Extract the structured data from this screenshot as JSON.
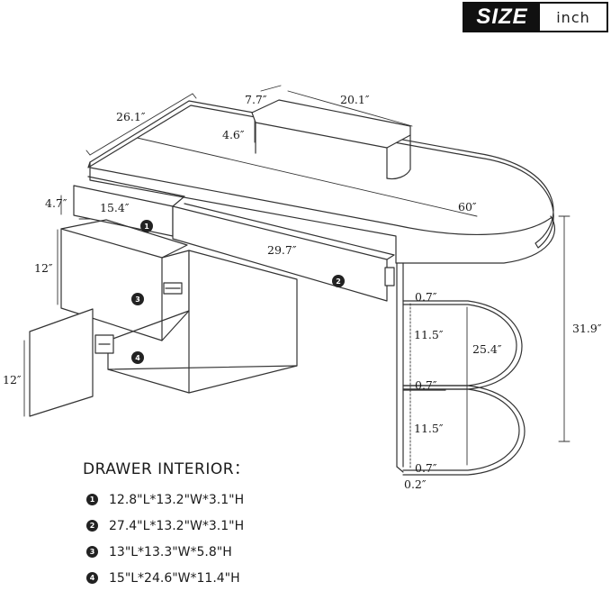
{
  "badge": {
    "size": "SIZE",
    "unit": "inch"
  },
  "dimensions": {
    "desk_depth": "26.1″",
    "monitor_depth": "7.7″",
    "monitor_width": "20.1″",
    "monitor_height": "4.6″",
    "desk_width": "60″",
    "drawer1_height": "4.7″",
    "drawer1_width": "15.4″",
    "drawer2_width": "29.7″",
    "drawer3_height": "12″",
    "door_height": "12″",
    "shelf_thickness_top": "0.7″",
    "shelf_gap_top": "11.5″",
    "shelf_span": "25.4″",
    "shelf_thickness_mid": "0.7″",
    "shelf_gap_bottom": "11.5″",
    "shelf_thickness_bottom": "0.7″",
    "base_thickness": "0.2″",
    "total_height": "31.9″"
  },
  "callouts": [
    "1",
    "2",
    "3",
    "4"
  ],
  "drawer_interior": {
    "title": "DRAWER INTERIOR：",
    "items": [
      {
        "num": "1",
        "text": "12.8\"L*13.2\"W*3.1\"H"
      },
      {
        "num": "2",
        "text": "27.4\"L*13.2\"W*3.1\"H"
      },
      {
        "num": "3",
        "text": "13\"L*13.3\"W*5.8\"H"
      },
      {
        "num": "4",
        "text": "15\"L*24.6\"W*11.4\"H"
      }
    ]
  },
  "colors": {
    "ink": "#1a1a1a",
    "badge_dark": "#111111",
    "paper": "#ffffff"
  }
}
